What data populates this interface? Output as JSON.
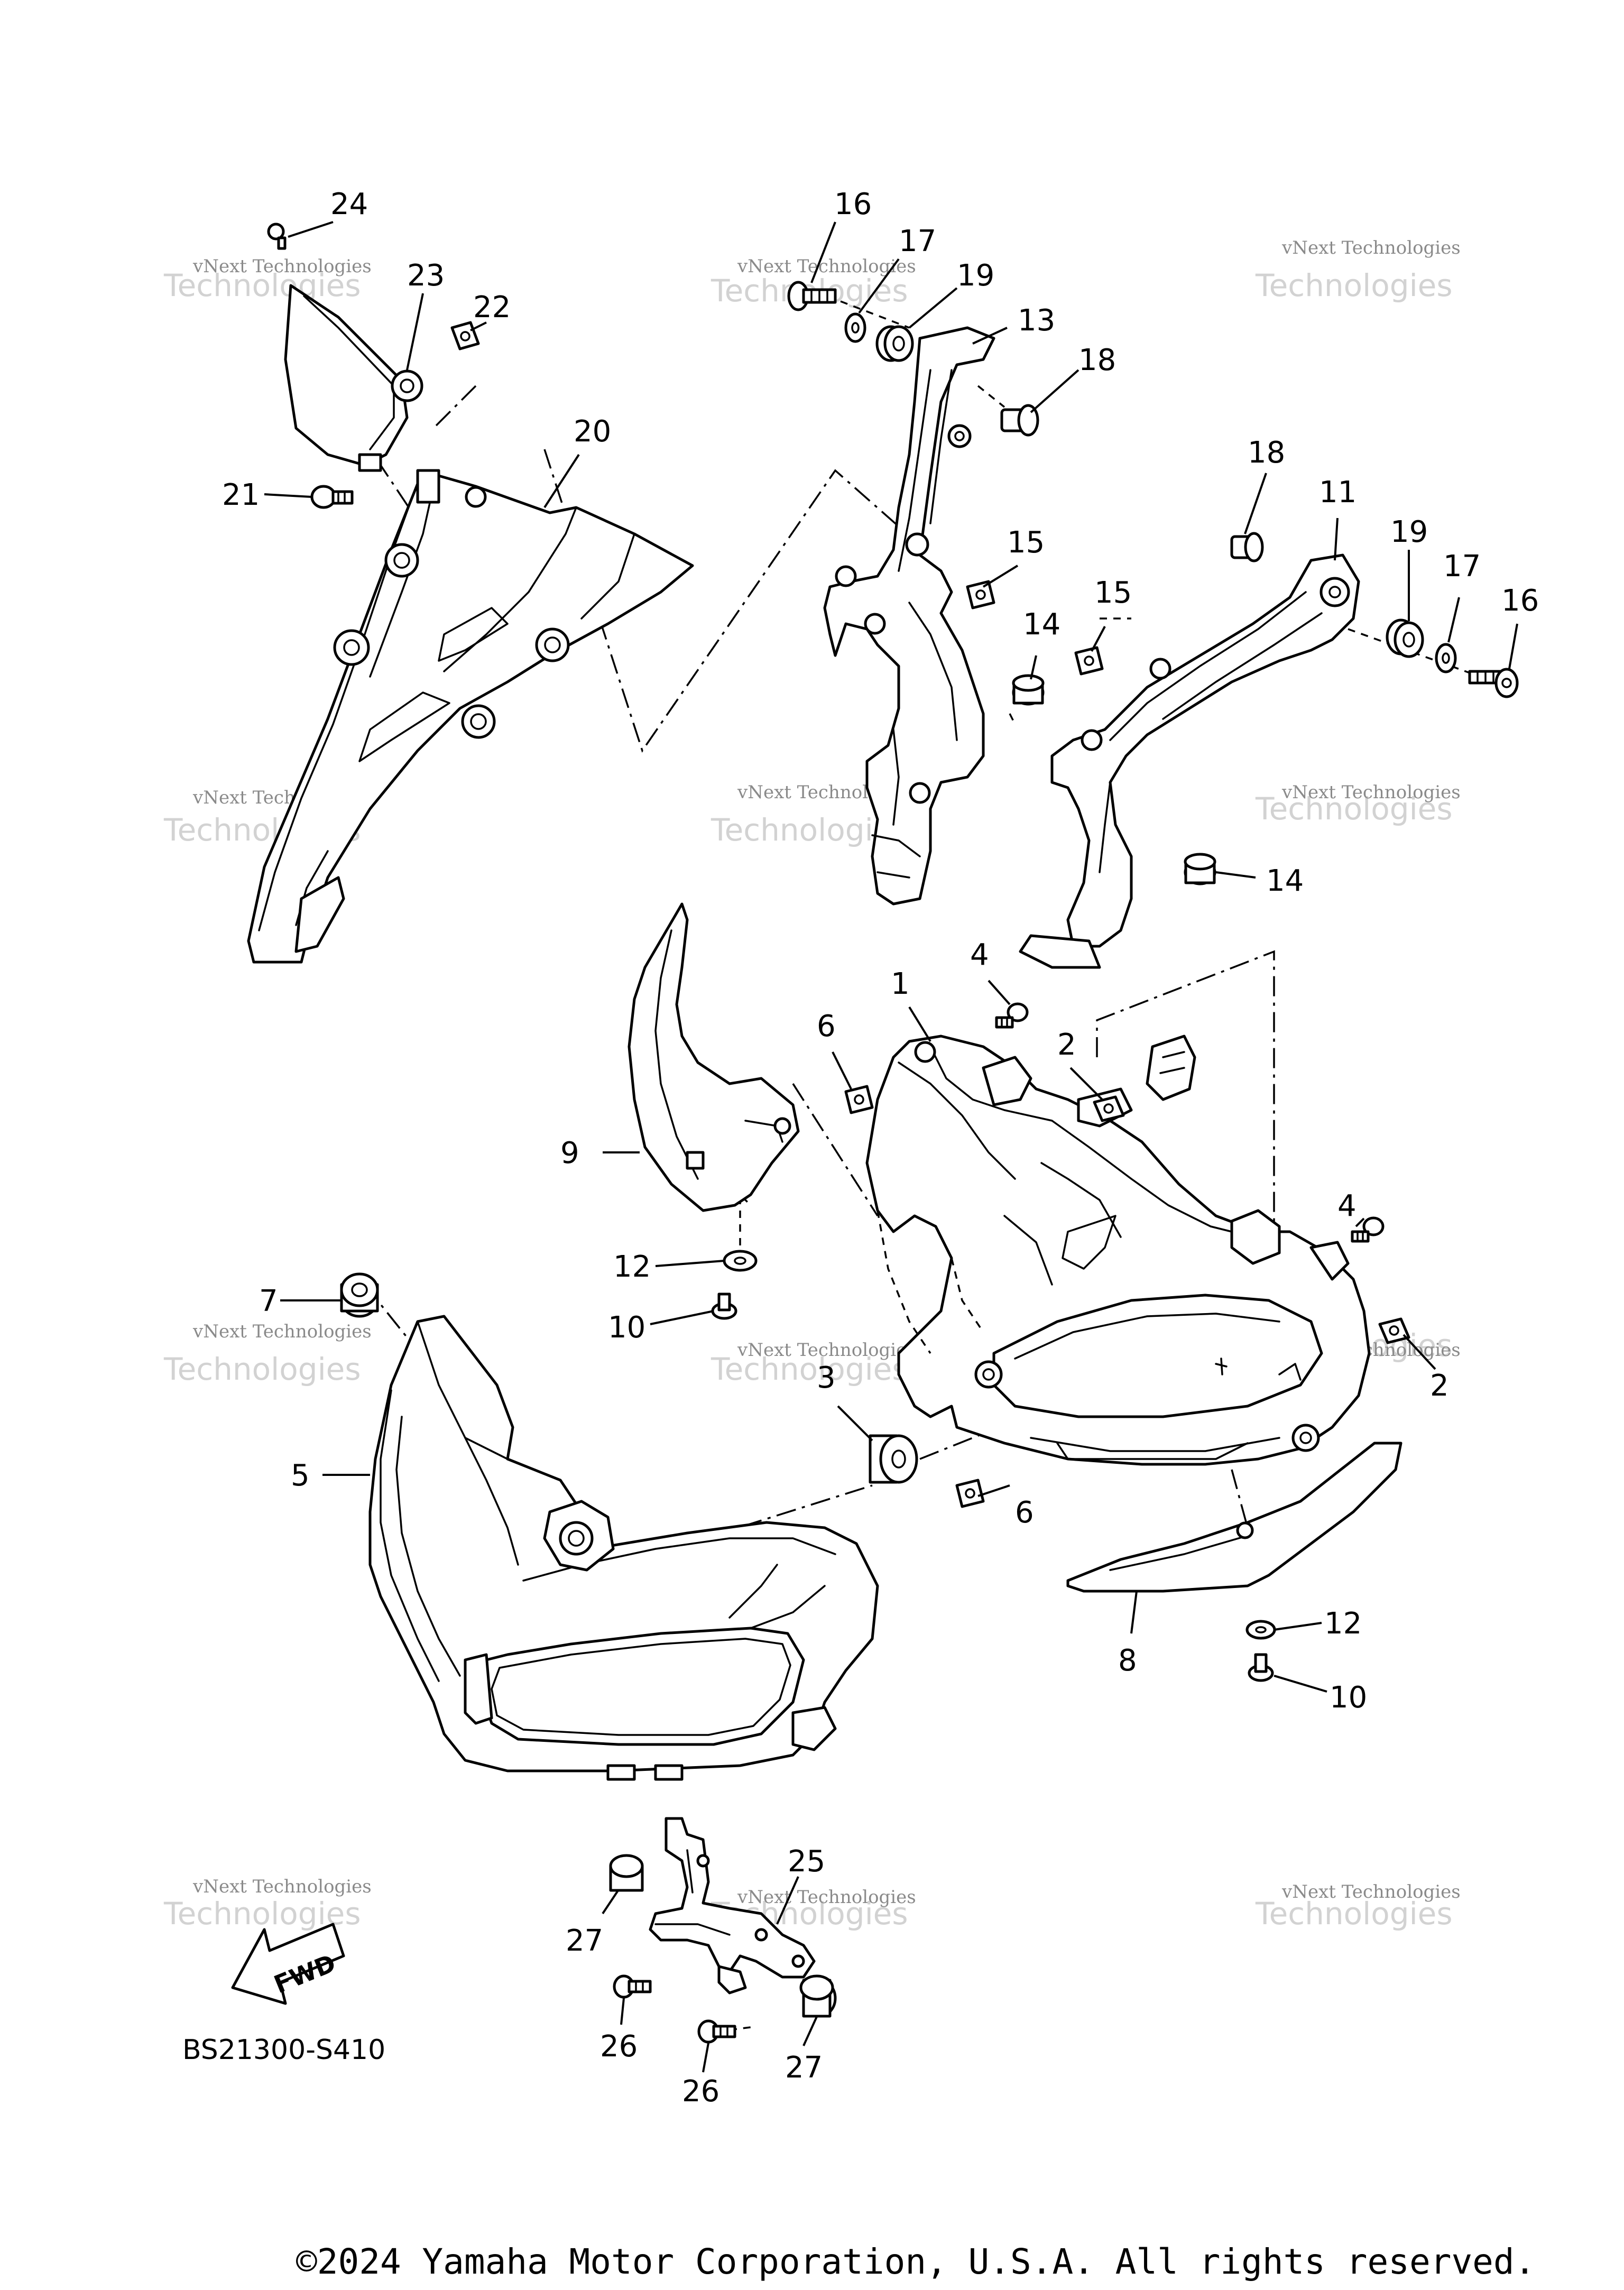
{
  "diagram_code": "BS21300-S410",
  "copyright": "©2024 Yamaha Motor Corporation, U.S.A. All rights reserved.",
  "direction_arrow": {
    "label": "FWD",
    "icon": "fwd-arrow-icon"
  },
  "watermark": {
    "line1": "vNext Technologies",
    "line2": "Technologies"
  },
  "callouts": {
    "c1": "1",
    "c2a": "2",
    "c2b": "2",
    "c3": "3",
    "c4a": "4",
    "c4b": "4",
    "c5": "5",
    "c6a": "6",
    "c6b": "6",
    "c7": "7",
    "c8": "8",
    "c9": "9",
    "c10a": "10",
    "c10b": "10",
    "c11": "11",
    "c12a": "12",
    "c12b": "12",
    "c13": "13",
    "c14a": "14",
    "c14b": "14",
    "c15a": "15",
    "c15b": "15",
    "c16a": "16",
    "c16b": "16",
    "c17a": "17",
    "c17b": "17",
    "c18a": "18",
    "c18b": "18",
    "c19a": "19",
    "c19b": "19",
    "c20": "20",
    "c21": "21",
    "c22": "22",
    "c23": "23",
    "c24": "24",
    "c25": "25",
    "c26a": "26",
    "c26b": "26",
    "c27a": "27",
    "c27b": "27"
  }
}
